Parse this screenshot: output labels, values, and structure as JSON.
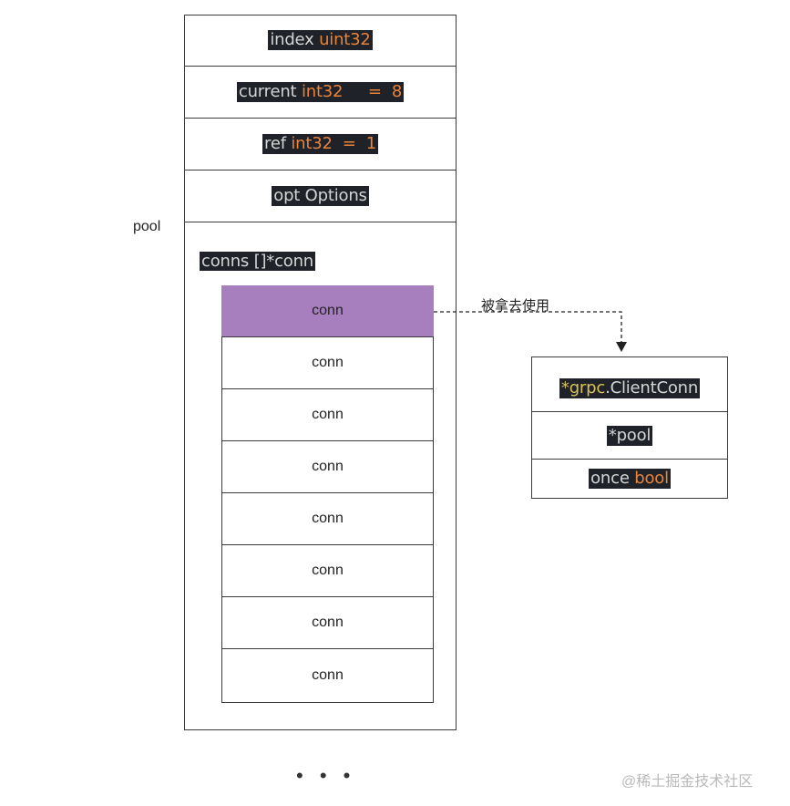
{
  "pool": {
    "label": "pool",
    "fields": [
      {
        "name": "index ",
        "type": "uint32",
        "rest": ""
      },
      {
        "name": "current ",
        "type": "int32",
        "rest": "     =  8"
      },
      {
        "name": "ref ",
        "type": "int32",
        "rest": "  =  1"
      },
      {
        "name": "opt Options",
        "type": "",
        "rest": ""
      }
    ],
    "conns_label": "conns []*conn",
    "conns": [
      "conn",
      "conn",
      "conn",
      "conn",
      "conn",
      "conn",
      "conn",
      "conn"
    ]
  },
  "arrow_label": "被拿去使用",
  "client_conn": {
    "fields": [
      {
        "prefix": "*",
        "pkg": "grpc",
        "rest": ".ClientConn"
      },
      {
        "prefix": "*pool",
        "pkg": "",
        "rest": ""
      },
      {
        "prefix": "once ",
        "pkg": "",
        "rest": "",
        "type": "bool"
      }
    ]
  },
  "ellipsis": "• • •",
  "watermark": "@稀土掘金技术社区",
  "colors": {
    "code_bg": "#1f2329",
    "type_orange": "#e8833a",
    "pkg_yellow": "#d7c15a",
    "active_conn": "#a77fbf"
  }
}
